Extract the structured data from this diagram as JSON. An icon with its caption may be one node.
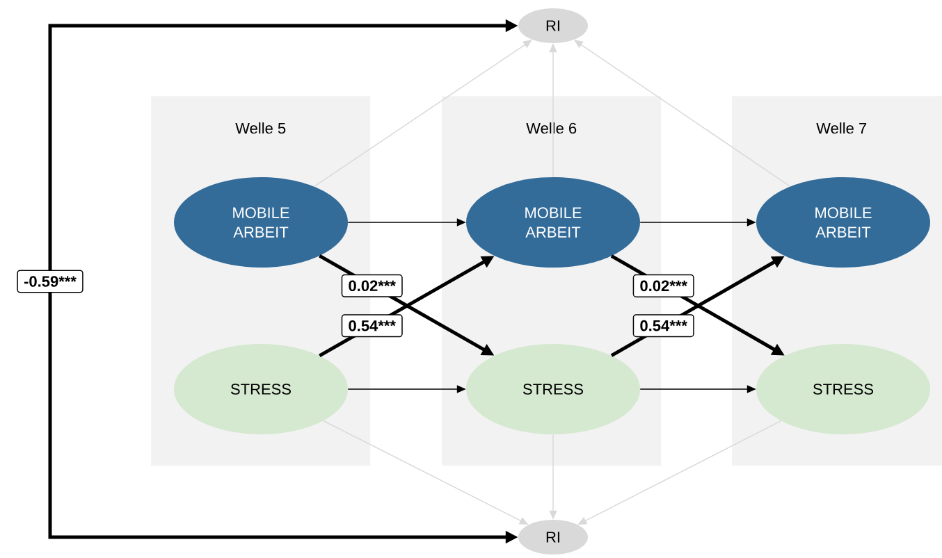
{
  "diagram": {
    "nodes": [
      {
        "text": [
          "RI"
        ]
      },
      {
        "text": [
          "Welle 5"
        ]
      },
      {
        "text": [
          "MOBILE ARBEIT"
        ],
        "in": 1
      },
      {
        "text": [
          "STRESS"
        ],
        "in": 1
      },
      {
        "text": [
          "Welle 6"
        ]
      },
      {
        "text": [
          "MOBILE ARBEIT"
        ],
        "in": 4
      },
      {
        "text": [
          "STRESS"
        ],
        "in": 4
      },
      {
        "text": [
          "Welle 7"
        ]
      },
      {
        "text": [
          "MOBILE ARBEIT"
        ],
        "in": 7
      },
      {
        "text": [
          "STRESS"
        ],
        "in": 7
      },
      {
        "text": [
          "RI"
        ]
      }
    ],
    "edges": [
      {
        "from": 2,
        "to": 5,
        "arrow": "to"
      },
      {
        "from": 5,
        "to": 8,
        "arrow": "to"
      },
      {
        "from": 3,
        "to": 6,
        "arrow": "to"
      },
      {
        "from": 6,
        "to": 9,
        "arrow": "to"
      },
      {
        "from": 2,
        "to": 6,
        "arrow": "to",
        "style": "thick",
        "label": "0.02***"
      },
      {
        "from": 3,
        "to": 5,
        "arrow": "to",
        "style": "thick",
        "label": "0.54***"
      },
      {
        "from": 5,
        "to": 9,
        "arrow": "to",
        "style": "thick",
        "label": "0.02***"
      },
      {
        "from": 6,
        "to": 8,
        "arrow": "to",
        "style": "thick",
        "label": "0.54***"
      },
      {
        "from": 2,
        "to": 0,
        "arrow": "to",
        "color": "#d9d9d9"
      },
      {
        "from": 5,
        "to": 0,
        "arrow": "to",
        "color": "#d9d9d9"
      },
      {
        "from": 8,
        "to": 0,
        "arrow": "to",
        "color": "#d9d9d9"
      },
      {
        "from": 3,
        "to": 10,
        "arrow": "to",
        "color": "#d9d9d9"
      },
      {
        "from": 6,
        "to": 10,
        "arrow": "to",
        "color": "#d9d9d9"
      },
      {
        "from": 9,
        "to": 10,
        "arrow": "to",
        "color": "#d9d9d9"
      },
      {
        "from": 0,
        "to": 10,
        "arrow": "both",
        "style": "thick",
        "label": "-0.59***"
      }
    ]
  }
}
